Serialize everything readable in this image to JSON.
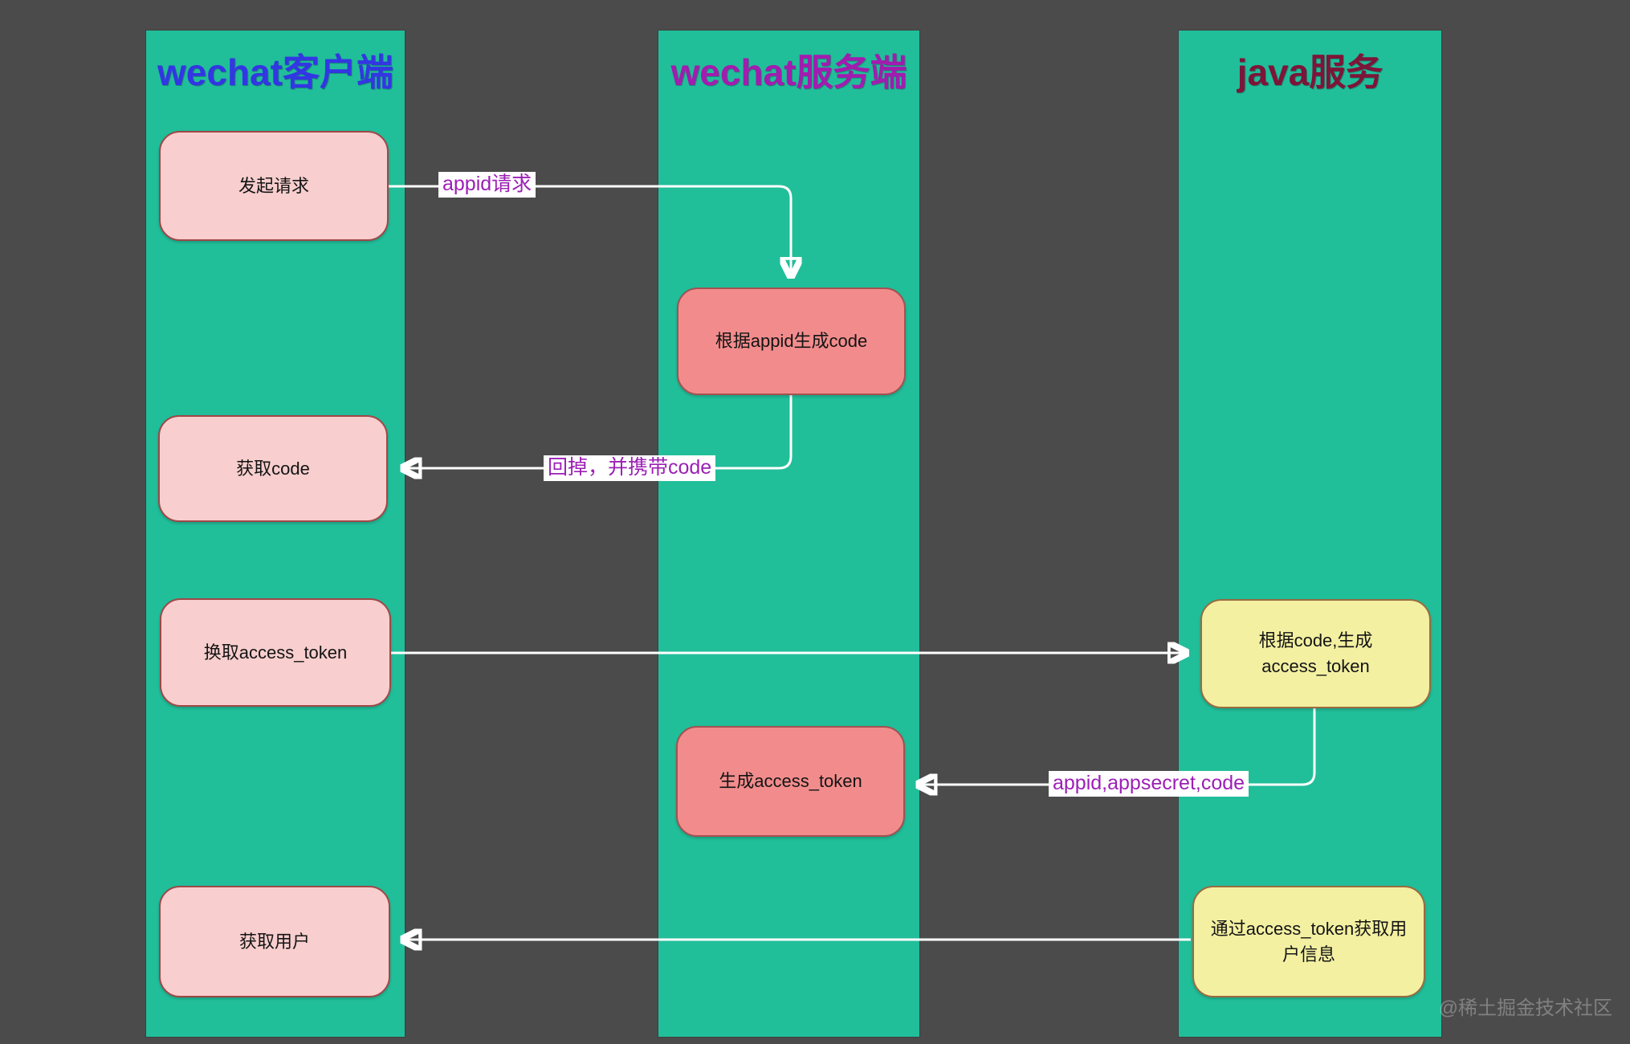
{
  "diagram": {
    "lanes": [
      {
        "title": "wechat客户端"
      },
      {
        "title": "wechat服务端"
      },
      {
        "title": "java服务"
      }
    ],
    "nodes": {
      "initiate_request": "发起请求",
      "get_code": "获取code",
      "exchange_access_token": "换取access_token",
      "get_user": "获取用户",
      "gen_code_by_appid": "根据appid生成code",
      "gen_access_token": "生成access_token",
      "gen_access_token_by_code": "根据code,生成access_token",
      "get_user_info_by_token": "通过access_token获取用户信息"
    },
    "edge_labels": {
      "appid_request": "appid请求",
      "callback_with_code": "回掉，并携带code",
      "appid_appsecret_code": "appid,appsecret,code"
    },
    "watermark": "@稀土掘金技术社区",
    "colors": {
      "background": "#4B4B4B",
      "lane_fill": "#21BE9A",
      "client_title": "#3336E3",
      "server_title": "#A21CAF",
      "java_title": "#7D1538",
      "client_box_fill": "#F8CECE",
      "client_box_border": "#A04747",
      "server_box_fill": "#F28C8C",
      "server_box_border": "#A35151",
      "java_box_fill": "#F3F0A2",
      "java_box_border": "#9B6B3F",
      "edge_label_text": "#9C1FB5",
      "arrow": "#FFFFFF"
    }
  }
}
